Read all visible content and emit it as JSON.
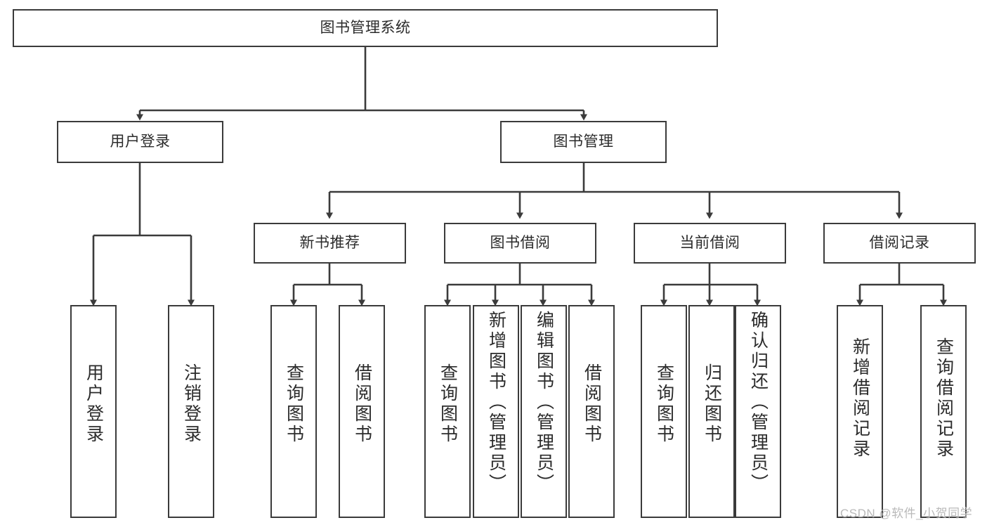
{
  "diagram": {
    "type": "tree",
    "title": "图书管理系统",
    "watermark": "CSDN @软件_小贺同学",
    "colors": {
      "border": "#3b3b3b",
      "text": "#2b2b2b",
      "background": "#ffffff",
      "edge": "#3b3b3b",
      "watermark": "#b9b9b9"
    },
    "levels": [
      {
        "name": "root",
        "nodes": [
          {
            "id": "root",
            "label": "图书管理系统",
            "orientation": "horizontal"
          }
        ]
      },
      {
        "name": "level-1",
        "nodes": [
          {
            "id": "user-login",
            "label": "用户登录",
            "orientation": "horizontal"
          },
          {
            "id": "book-manage",
            "label": "图书管理",
            "orientation": "horizontal"
          }
        ]
      },
      {
        "name": "level-2",
        "nodes": [
          {
            "id": "new-book-recommend",
            "label": "新书推荐",
            "orientation": "horizontal"
          },
          {
            "id": "book-borrow",
            "label": "图书借阅",
            "orientation": "horizontal"
          },
          {
            "id": "current-borrow",
            "label": "当前借阅",
            "orientation": "horizontal"
          },
          {
            "id": "borrow-record",
            "label": "借阅记录",
            "orientation": "horizontal"
          }
        ]
      },
      {
        "name": "level-3",
        "nodes": [
          {
            "id": "leaf-user-login",
            "label": "用户登录",
            "orientation": "vertical",
            "parent": "user-login"
          },
          {
            "id": "leaf-logout",
            "label": "注销登录",
            "orientation": "vertical",
            "parent": "user-login"
          },
          {
            "id": "leaf-query-book-1",
            "label": "查询图书",
            "orientation": "vertical",
            "parent": "new-book-recommend"
          },
          {
            "id": "leaf-borrow-book-1",
            "label": "借阅图书",
            "orientation": "vertical",
            "parent": "new-book-recommend"
          },
          {
            "id": "leaf-query-book-2",
            "label": "查询图书",
            "orientation": "vertical",
            "parent": "book-borrow"
          },
          {
            "id": "leaf-add-book",
            "label": "新增图书（管理员）",
            "orientation": "vertical",
            "parent": "book-borrow"
          },
          {
            "id": "leaf-edit-book",
            "label": "编辑图书（管理员）",
            "orientation": "vertical",
            "parent": "book-borrow"
          },
          {
            "id": "leaf-borrow-book-2",
            "label": "借阅图书",
            "orientation": "vertical",
            "parent": "book-borrow"
          },
          {
            "id": "leaf-query-book-3",
            "label": "查询图书",
            "orientation": "vertical",
            "parent": "current-borrow"
          },
          {
            "id": "leaf-return-book",
            "label": "归还图书",
            "orientation": "vertical",
            "parent": "current-borrow"
          },
          {
            "id": "leaf-confirm-return",
            "label": "确认归还（管理员）",
            "orientation": "vertical",
            "parent": "current-borrow"
          },
          {
            "id": "leaf-add-record",
            "label": "新增借阅记录",
            "orientation": "vertical",
            "parent": "borrow-record"
          },
          {
            "id": "leaf-query-record",
            "label": "查询借阅记录",
            "orientation": "vertical",
            "parent": "borrow-record"
          }
        ]
      }
    ]
  }
}
